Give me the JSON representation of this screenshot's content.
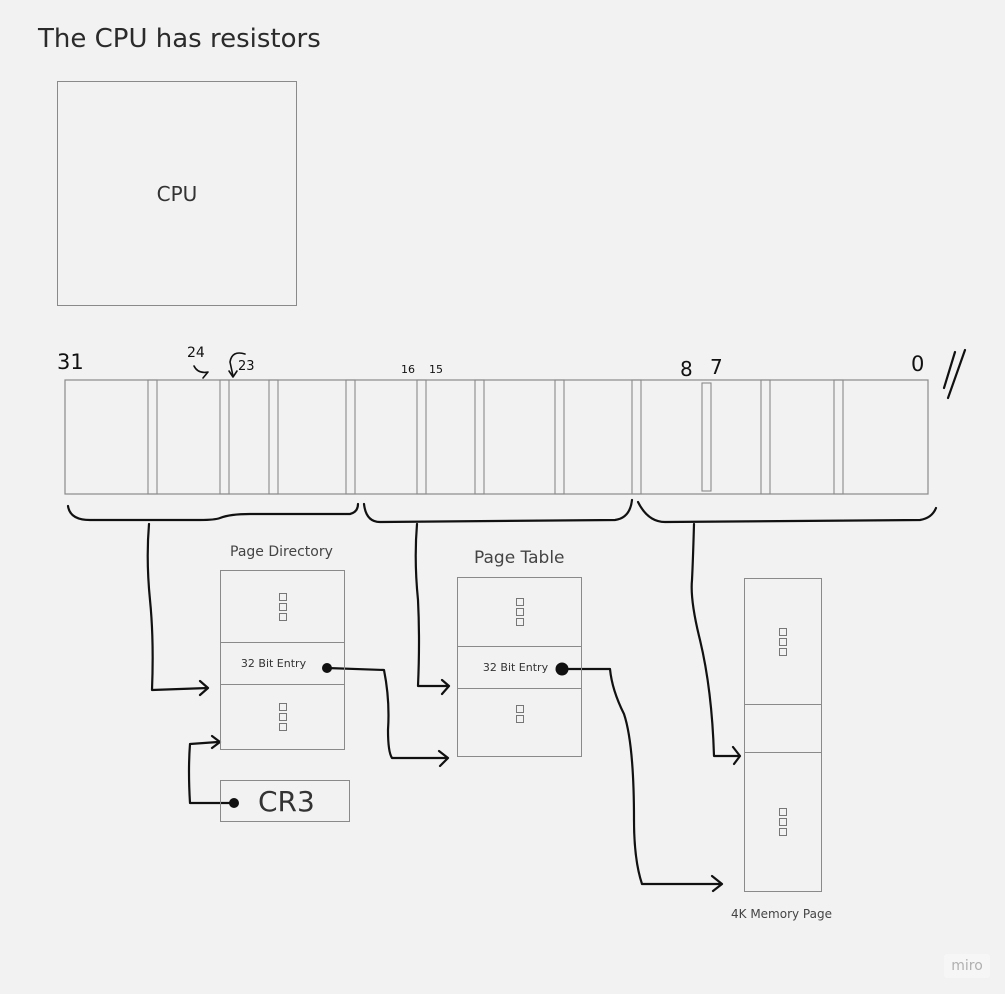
{
  "title": "The CPU has resistors",
  "cpu": {
    "label": "CPU"
  },
  "bit_labels": {
    "b31": "31",
    "b24": "24",
    "b23": "23",
    "b16": "16",
    "b15": "15",
    "b8": "8",
    "b7": "7",
    "b0": "0"
  },
  "page_directory": {
    "title": "Page Directory",
    "entry_label": "32 Bit Entry"
  },
  "page_table": {
    "title": "Page Table",
    "entry_label": "32 Bit Entry"
  },
  "cr3": {
    "label": "CR3"
  },
  "memory_page": {
    "label": "4K Memory Page"
  },
  "placeholder_glyph": "□",
  "watermark": "miro",
  "colors": {
    "background": "#f2f2f2",
    "box_border": "#8a8a8a",
    "ink": "#111111"
  }
}
